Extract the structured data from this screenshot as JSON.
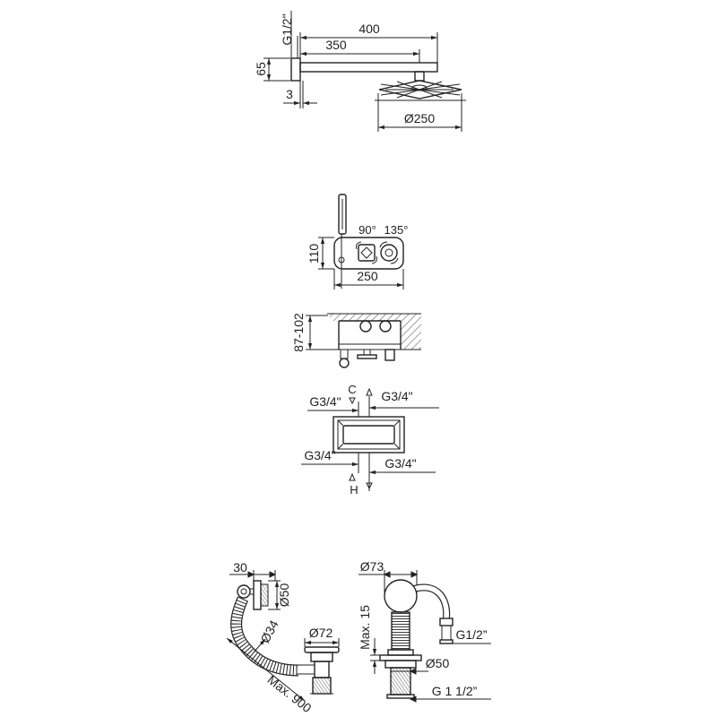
{
  "shower_arm": {
    "dim_total_length": "400",
    "dim_arm_length": "350",
    "dim_thread": "G1/2\"",
    "dim_height": "65",
    "dim_gap": "3",
    "dim_head_diameter": "Ø250"
  },
  "mixer_panel": {
    "dim_height": "110",
    "angle_left": "90°",
    "angle_right": "135°",
    "dim_width": "250"
  },
  "inwall_box": {
    "dim_depth": "87-102"
  },
  "connections": {
    "cold_label": "C",
    "hot_label": "H",
    "top_left_thread": "G3/4\"",
    "top_right_thread": "G3/4\"",
    "bottom_left_thread": "G3/4\"",
    "bottom_right_thread": "G3/4\""
  },
  "bath_waste": {
    "dim_flange_depth": "30",
    "dim_overflow_diameter": "Ø50",
    "dim_hose_diameter": "Ø34",
    "dim_plug_diameter": "Ø72",
    "dim_max_length": "Max. 900"
  },
  "bath_spout": {
    "dim_head_diameter": "Ø73",
    "dim_max_height": "Max. 15",
    "dim_hose_thread": "G1/2”",
    "dim_base_diameter": "Ø50",
    "dim_base_thread": "G 1 1/2”"
  },
  "colors": {
    "line": "#222222",
    "background": "#ffffff"
  }
}
